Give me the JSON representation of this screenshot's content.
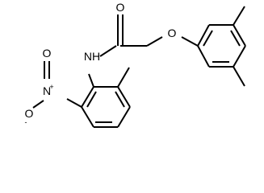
{
  "molecule": {
    "atoms": {
      "carbonyl_oxygen": "O",
      "amide_nitrogen": "NH",
      "ether_oxygen": "O",
      "nitro_nitrogen": "N",
      "nitro_plus": "+",
      "nitro_oxygen": "O",
      "nitro_minus": "-"
    }
  }
}
